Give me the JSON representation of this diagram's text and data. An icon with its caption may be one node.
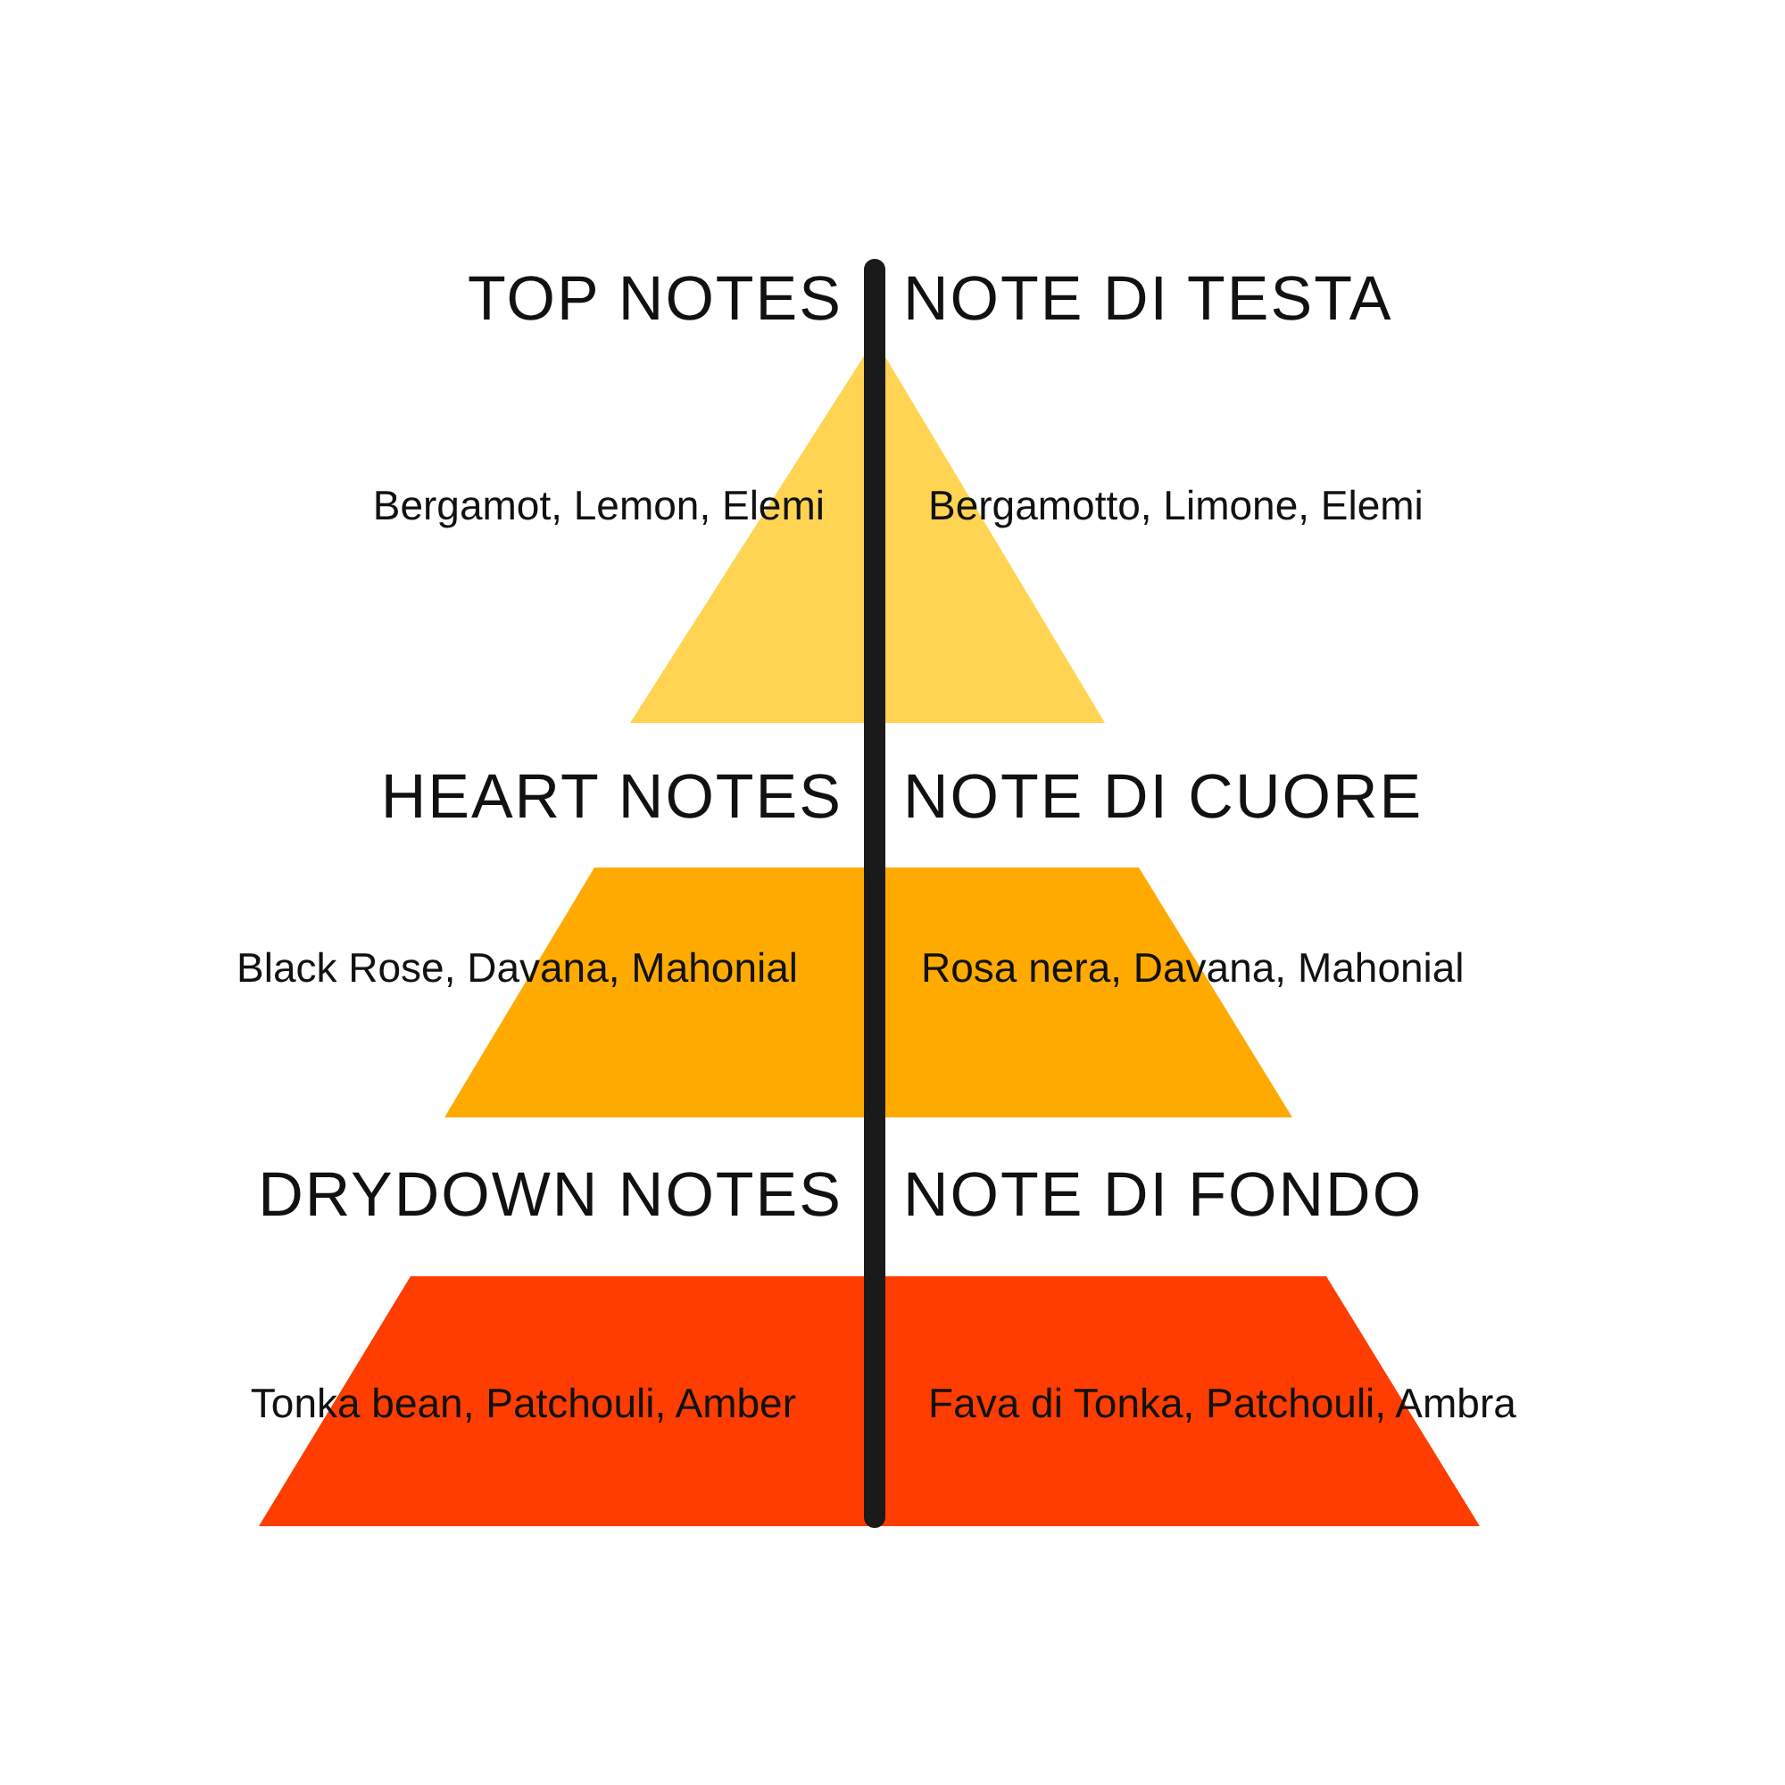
{
  "diagram": {
    "nodes": [
      {
        "text": [
          "TOP NOTES",
          "NOTE DI TESTA",
          "Bergamot, Lemon, Elemi",
          "Bergamotto, Limone, Elemi"
        ]
      },
      {
        "text": [
          "HEART NOTES",
          "NOTE DI CUORE",
          "Black Rose, Davana, Mahonial",
          "Rosa nera, Davana, Mahonial"
        ]
      },
      {
        "text": [
          "DRYDOWN NOTES",
          "NOTE DI FONDO",
          "Tonka bean, Patchouli, Amber",
          "Fava di Tonka, Patchouli, Ambra"
        ]
      }
    ],
    "edges": []
  }
}
